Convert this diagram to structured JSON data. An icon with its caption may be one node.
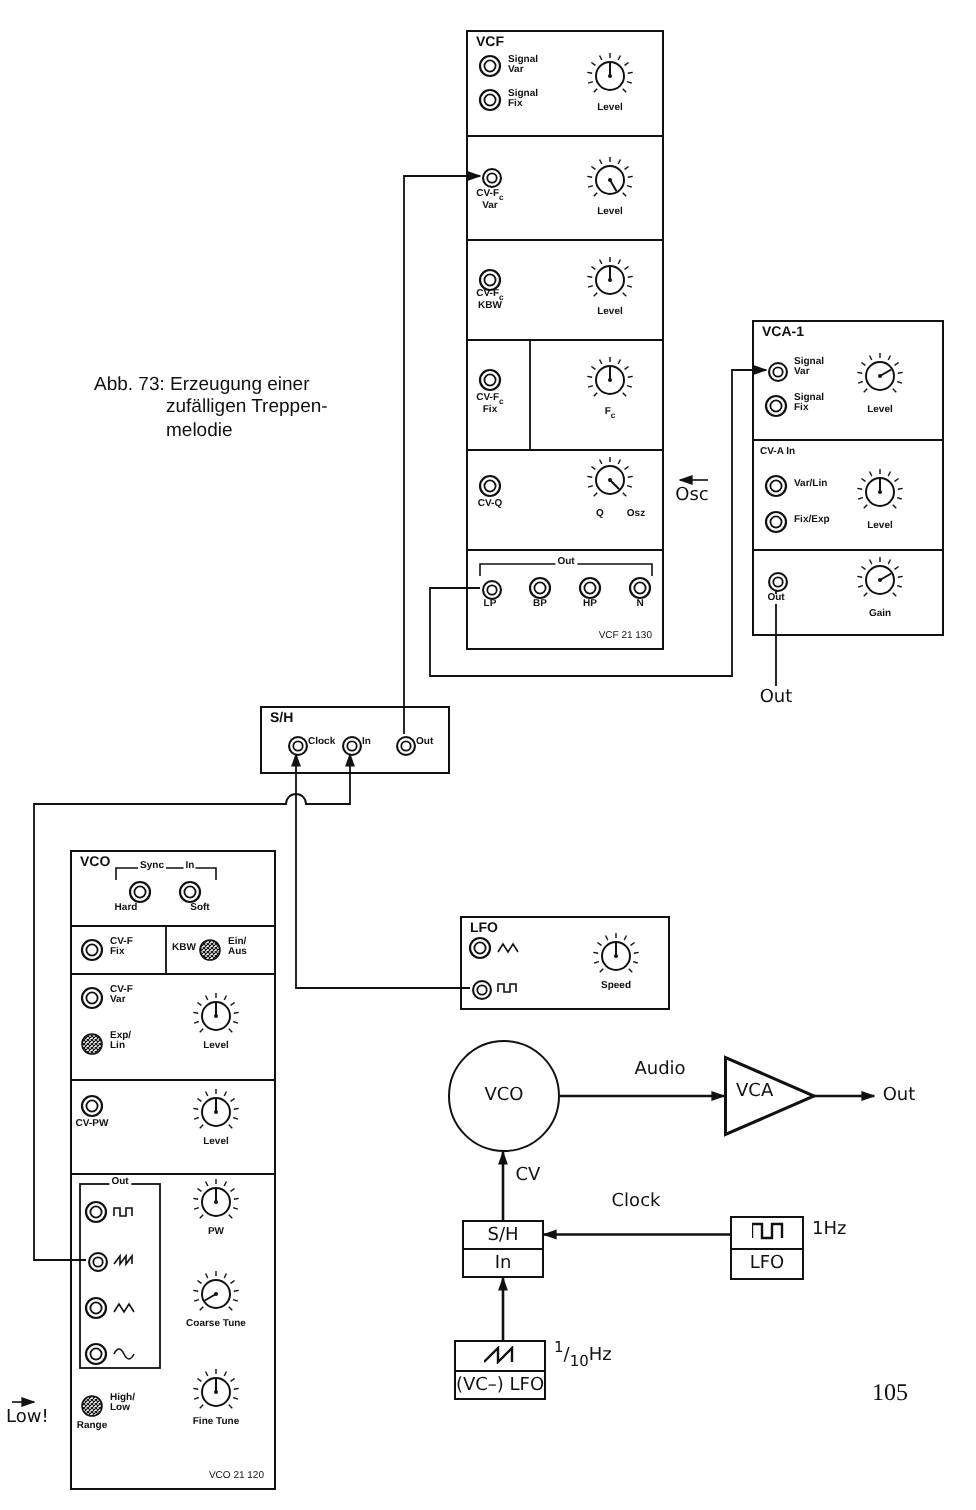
{
  "diagram": {
    "caption": "Abb. 73: Erzeugung einer zufälligen Treppen- melodie",
    "nodes": [
      {
        "text": [
          "VCF",
          "VCF 21 130"
        ]
      },
      {
        "text": [],
        "shape": "circle",
        "in": 0,
        "beside": [
          "CV-F$_{c}$ Var"
        ]
      },
      {
        "text": [],
        "shape": "circle",
        "in": 0,
        "beside": [
          "LP"
        ]
      },
      {
        "text": [
          "VCA-1"
        ]
      },
      {
        "text": [],
        "shape": "circle",
        "in": 3,
        "beside": [
          "Signal Var"
        ]
      },
      {
        "text": [],
        "shape": "circle",
        "in": 3,
        "beside": [
          "Out"
        ]
      },
      {
        "text": [
          "Out"
        ]
      },
      {
        "text": [
          "S/H"
        ]
      },
      {
        "text": [],
        "shape": "circle",
        "in": 7,
        "beside": [
          "Clock"
        ]
      },
      {
        "text": [],
        "shape": "circle",
        "in": 7,
        "beside": [
          "In"
        ]
      },
      {
        "text": [],
        "shape": "circle",
        "in": 7,
        "beside": [
          "Out"
        ]
      },
      {
        "text": [
          "VCO",
          "VCO 21 120"
        ]
      },
      {
        "text": [],
        "shape": "circle",
        "in": 11
      },
      {
        "text": [
          "LFO"
        ]
      },
      {
        "text": [],
        "shape": "circle",
        "in": 13
      },
      {
        "text": [
          "VCO"
        ]
      },
      {
        "text": [
          "VCA"
        ]
      },
      {
        "text": [
          "Out"
        ]
      },
      {
        "text": [
          "S/H",
          "In"
        ]
      },
      {
        "text": [
          "LFO"
        ],
        "beside": [
          "1Hz"
        ]
      },
      {
        "text": [
          "(VC–) LFO"
        ],
        "beside": [
          "$^{1}$/$_{10}$Hz"
        ]
      }
    ],
    "edges": [
      {
        "from": 10,
        "to": 1,
        "arrow": "to"
      },
      {
        "from": 2,
        "to": 4,
        "arrow": "to"
      },
      {
        "from": 5,
        "to": 6,
        "arrow": "none"
      },
      {
        "from": 14,
        "to": 8,
        "arrow": "to"
      },
      {
        "from": 12,
        "to": 9,
        "arrow": "to"
      },
      {
        "from": 15,
        "to": 16,
        "arrow": "to",
        "label": "Audio"
      },
      {
        "from": 16,
        "to": 17,
        "arrow": "to"
      },
      {
        "from": 18,
        "to": 15,
        "arrow": "to",
        "label": "CV"
      },
      {
        "from": 19,
        "to": 18,
        "arrow": "to",
        "label": "Clock"
      },
      {
        "from": 20,
        "to": 18,
        "arrow": "to"
      }
    ],
    "labels": [
      "Signal Var",
      "Signal Fix",
      "Level",
      "Level",
      "CV-F$_{c}$ KBW",
      "Level",
      "CV-F$_{c}$ Fix",
      "F$_{c}$",
      "CV-Q",
      "Q",
      "Osz",
      "Out",
      "BP",
      "HP",
      "N",
      "Osc",
      "Signal Fix",
      "Level",
      "CV-A In",
      "Var/Lin",
      "Fix/Exp",
      "Level",
      "Gain",
      "Sync",
      "In",
      "Hard",
      "Soft",
      "CV-F Fix",
      "KBW",
      "Ein/ Aus",
      "CV-F Var",
      "Exp/ Lin",
      "Level",
      "CV-PW",
      "Level",
      "Out",
      "PW",
      "Coarse Tune",
      "High/ Low",
      "Range",
      "Fine Tune",
      "Low!",
      "Speed",
      "105"
    ]
  }
}
